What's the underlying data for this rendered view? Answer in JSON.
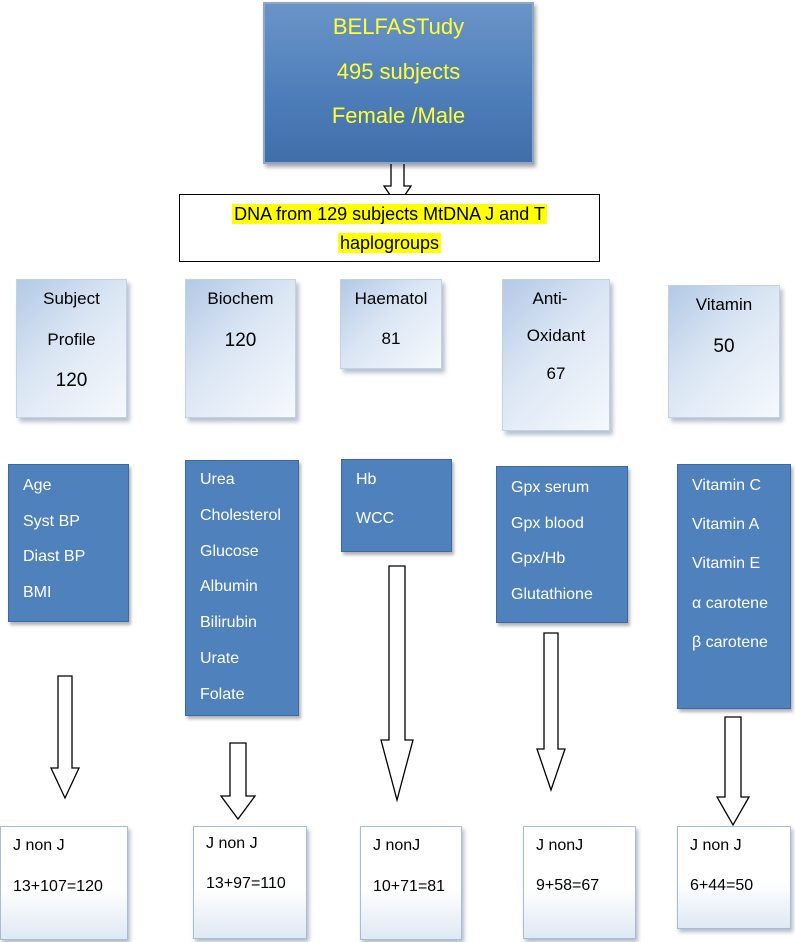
{
  "header": {
    "line1": "BELFASTudy",
    "line2": "495 subjects",
    "line3": "Female /Male"
  },
  "dna": {
    "line1": "DNA from 129 subjects MtDNA J and T",
    "line2": "haplogroups"
  },
  "categories": [
    {
      "label1": "Subject",
      "label2": "Profile",
      "count": "120"
    },
    {
      "label1": "Biochem",
      "label2": "",
      "count": "120"
    },
    {
      "label1": "Haematol",
      "label2": "",
      "count": "81"
    },
    {
      "label1": "Anti-",
      "label2": "Oxidant",
      "count": "67"
    },
    {
      "label1": "Vitamin",
      "label2": "",
      "count": "50"
    }
  ],
  "lists": [
    [
      "Age",
      "Syst BP",
      "Diast BP",
      "BMI"
    ],
    [
      "Urea",
      "Cholesterol",
      "Glucose",
      "Albumin",
      "Bilirubin",
      "Urate",
      "Folate"
    ],
    [
      "Hb",
      "WCC"
    ],
    [
      "Gpx serum",
      "Gpx blood",
      "Gpx/Hb",
      "Glutathione"
    ],
    [
      "Vitamin C",
      "Vitamin A",
      "Vitamin E",
      "α carotene",
      "β carotene"
    ]
  ],
  "results": [
    {
      "header": "J non J",
      "value": "13+107=120"
    },
    {
      "header": "J non J",
      "value": "13+97=110"
    },
    {
      "header": "J nonJ",
      "value": "10+71=81"
    },
    {
      "header": "J nonJ",
      "value": "9+58=67"
    },
    {
      "header": "J non J",
      "value": "6+44=50"
    }
  ]
}
